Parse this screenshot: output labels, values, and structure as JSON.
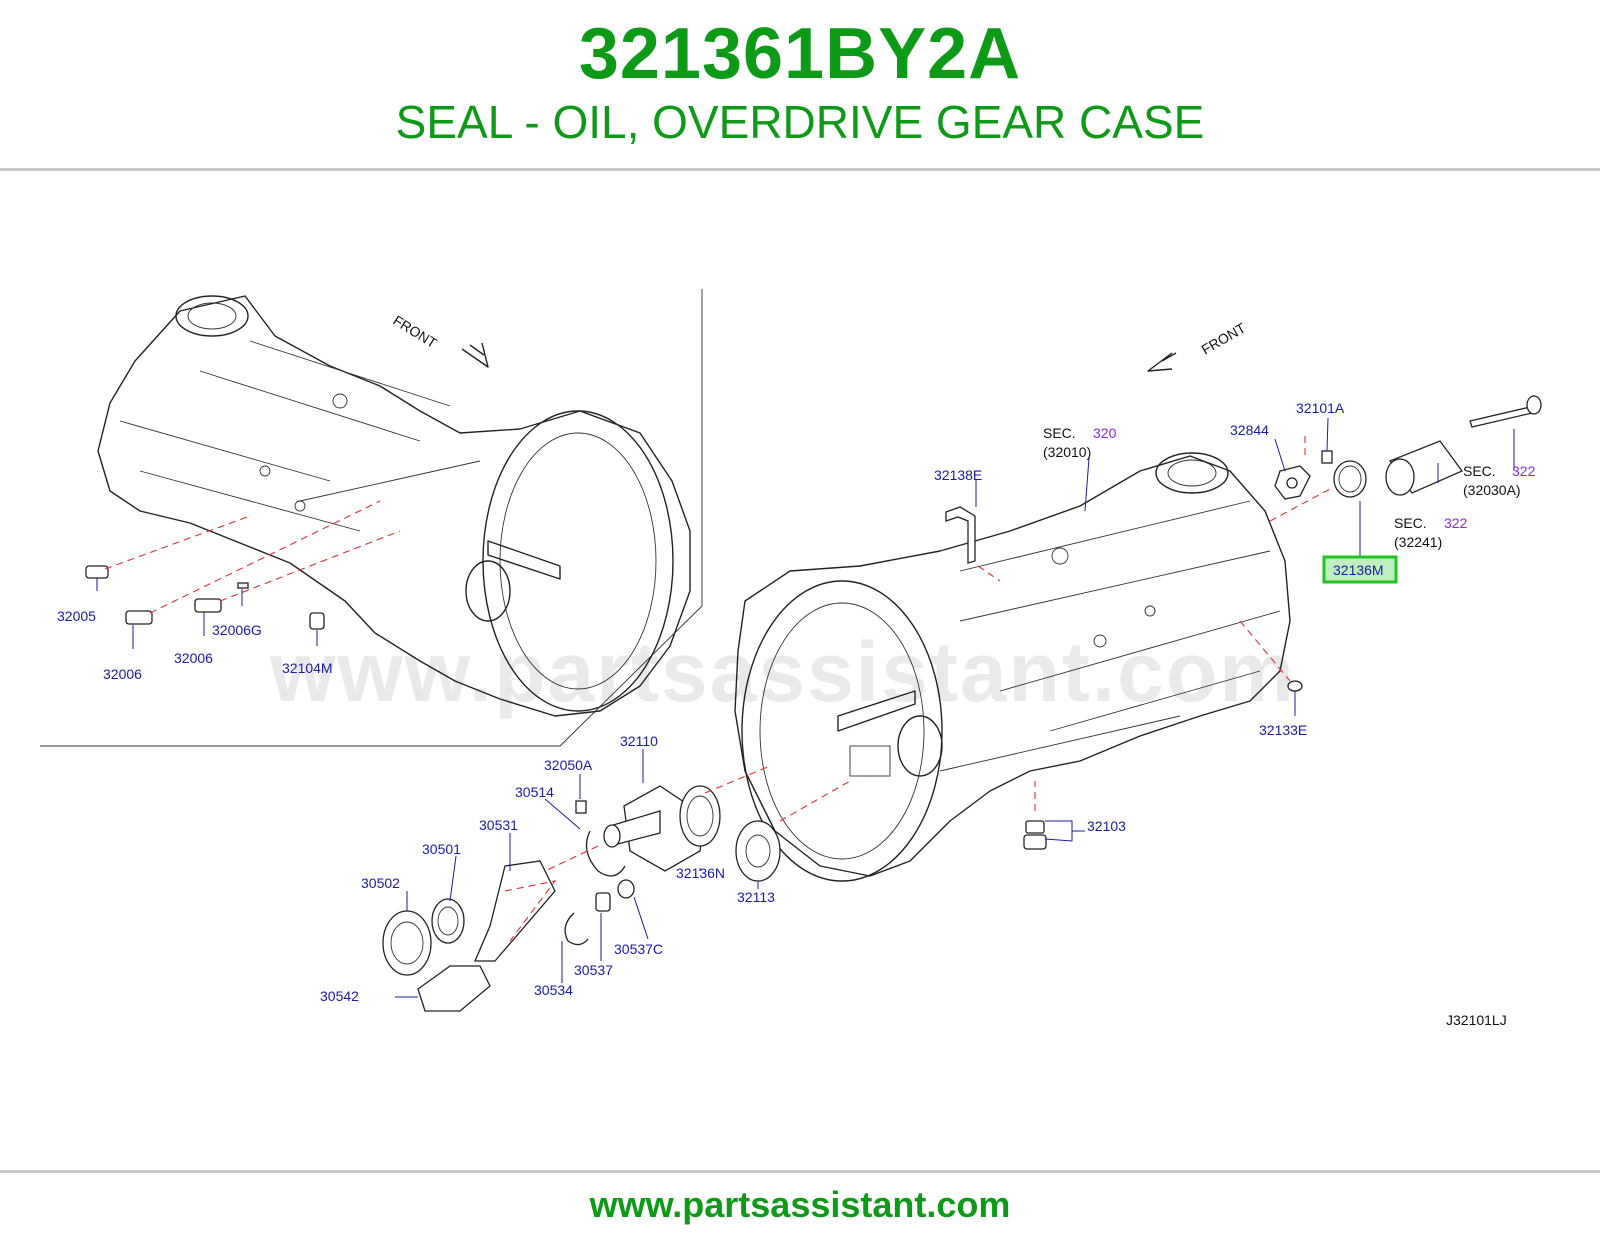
{
  "header": {
    "part_number": "321361BY2A",
    "description": "SEAL - OIL, OVERDRIVE GEAR CASE"
  },
  "footer": {
    "url": "www.partsassistant.com"
  },
  "diagram": {
    "watermark": "www.partsassistant.com",
    "diagram_code": "J32101LJ",
    "front_left": "FRONT",
    "front_right": "FRONT",
    "sec_labels": {
      "sec_320": {
        "prefix": "SEC.",
        "num": "320",
        "ref": "(32010)"
      },
      "sec_322_a": {
        "prefix": "SEC.",
        "num": "322",
        "ref": "(32030A)"
      },
      "sec_322_b": {
        "prefix": "SEC.",
        "num": "322",
        "ref": "(32241)"
      }
    },
    "highlighted_part": "32136M",
    "highlight_color": "#22c422",
    "label_color": "#1a1aa8",
    "parts": {
      "p32005": "32005",
      "p32006a": "32006",
      "p32006b": "32006",
      "p32006G": "32006G",
      "p32104M": "32104M",
      "p32138E": "32138E",
      "p32844": "32844",
      "p32101A": "32101A",
      "p32133E": "32133E",
      "p32110": "32110",
      "p32050A": "32050A",
      "p30514": "30514",
      "p30531": "30531",
      "p30501": "30501",
      "p30502": "30502",
      "p30542": "30542",
      "p30534": "30534",
      "p30537": "30537",
      "p30537C": "30537C",
      "p32136N": "32136N",
      "p32113": "32113",
      "p32103": "32103"
    }
  }
}
